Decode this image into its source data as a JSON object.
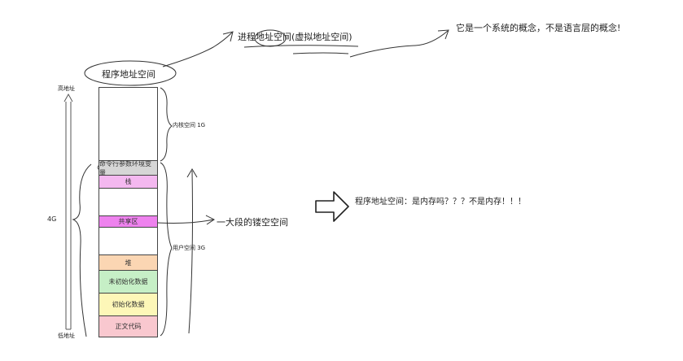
{
  "title_block": "程序地址空间",
  "process_space": "进程地址空间(虚拟地址空间)",
  "concept_note": "它是一个系统的概念，不是语言层的概念!",
  "axis": {
    "high": "高地址",
    "low": "低地址",
    "total": "4G"
  },
  "kernel_label": "内核空间 1G",
  "user_label": "用户空间 3G",
  "segments": [
    {
      "label": "",
      "color": "#ffffff"
    },
    {
      "label": "命令行参数环境变量",
      "color": "#d6d6d6"
    },
    {
      "label": "栈",
      "color": "#f4b8f0"
    },
    {
      "label": "",
      "color": "#ffffff"
    },
    {
      "label": "共享区",
      "color": "#ee82ee"
    },
    {
      "label": "",
      "color": "#ffffff"
    },
    {
      "label": "堆",
      "color": "#fbd6b3"
    },
    {
      "label": "未初始化数据",
      "color": "#c6efc6"
    },
    {
      "label": "初始化数据",
      "color": "#fdf7b8"
    },
    {
      "label": "正文代码",
      "color": "#f9c8cf"
    }
  ],
  "gap_note": "一大段的镂空空间",
  "question": "程序地址空间：是内存吗？？？不是内存！！！"
}
